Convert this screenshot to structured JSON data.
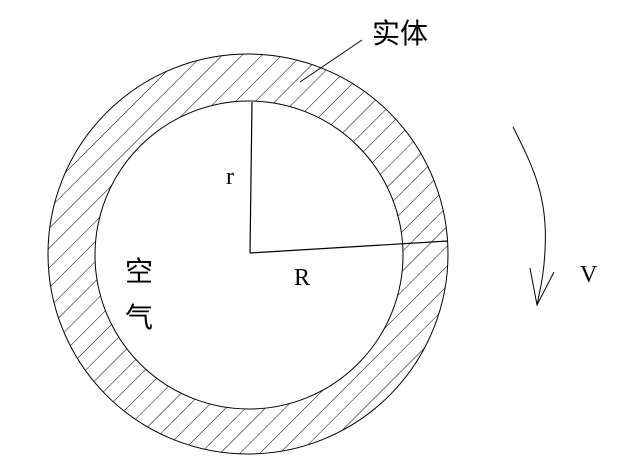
{
  "labels": {
    "solid": "实体",
    "air_line1": "空",
    "air_line2": "气",
    "inner_radius": "r",
    "outer_radius": "R",
    "velocity": "V"
  },
  "colors": {
    "stroke": "#000000",
    "background": "#ffffff"
  }
}
